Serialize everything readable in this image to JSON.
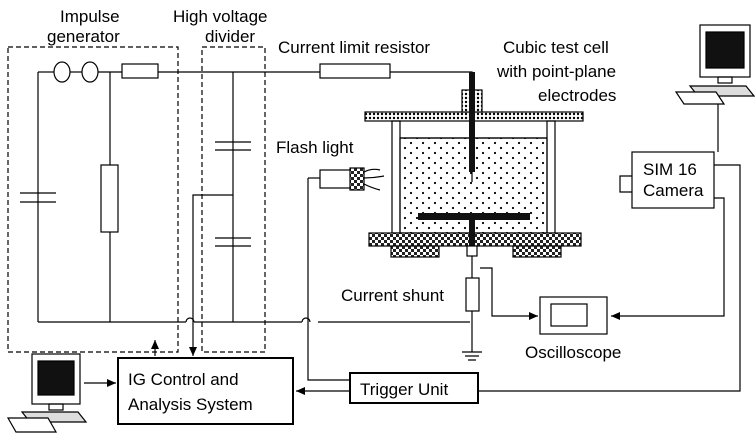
{
  "labels": {
    "impulse_generator_l1": "Impulse",
    "impulse_generator_l2": "generator",
    "hv_divider_l1": "High voltage",
    "hv_divider_l2": "divider",
    "current_limit_resistor": "Current limit resistor",
    "test_cell_l1": "Cubic test cell",
    "test_cell_l2": "with point-plane",
    "test_cell_l3": "electrodes",
    "flash_light": "Flash light",
    "camera_l1": "SIM 16",
    "camera_l2": "Camera",
    "current_shunt": "Current shunt",
    "oscilloscope": "Oscilloscope",
    "trigger_unit": "Trigger Unit",
    "ig_control_l1": "IG Control and",
    "ig_control_l2": "Analysis System"
  },
  "colors": {
    "line": "#000000",
    "background": "#ffffff",
    "dark_fill": "#111111",
    "hatch": "#333333"
  }
}
